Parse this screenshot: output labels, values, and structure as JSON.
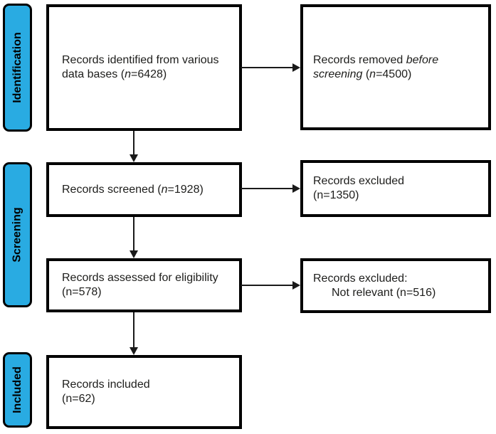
{
  "colors": {
    "stage_fill": "#29abe2",
    "box_border": "#000000",
    "arrow": "#1a1a1a",
    "background": "#ffffff"
  },
  "stages": {
    "identification": "Identification",
    "screening": "Screening",
    "included": "Included"
  },
  "flow": {
    "identified": {
      "line1": "Records identified from various",
      "line2_pre": "data bases (",
      "line2_n": "n",
      "line2_post": "=6428)"
    },
    "removed": {
      "line1_pre": "Records removed ",
      "line1_em": "before",
      "line2_em": "screening",
      "line2_pre": " (",
      "line2_n": "n",
      "line2_post": "=4500)"
    },
    "screened": {
      "pre": "Records screened (",
      "n": "n",
      "post": "=1928)"
    },
    "excluded_screening": {
      "line1": "Records excluded",
      "line2": "(n=1350)"
    },
    "assessed": {
      "line1": "Records assessed for eligibility",
      "line2": "(n=578)"
    },
    "excluded_eligibility": {
      "line1": "Records excluded:",
      "line2": "Not relevant (n=516)"
    },
    "included": {
      "line1": "Records included",
      "line2": "(n=62)"
    }
  }
}
